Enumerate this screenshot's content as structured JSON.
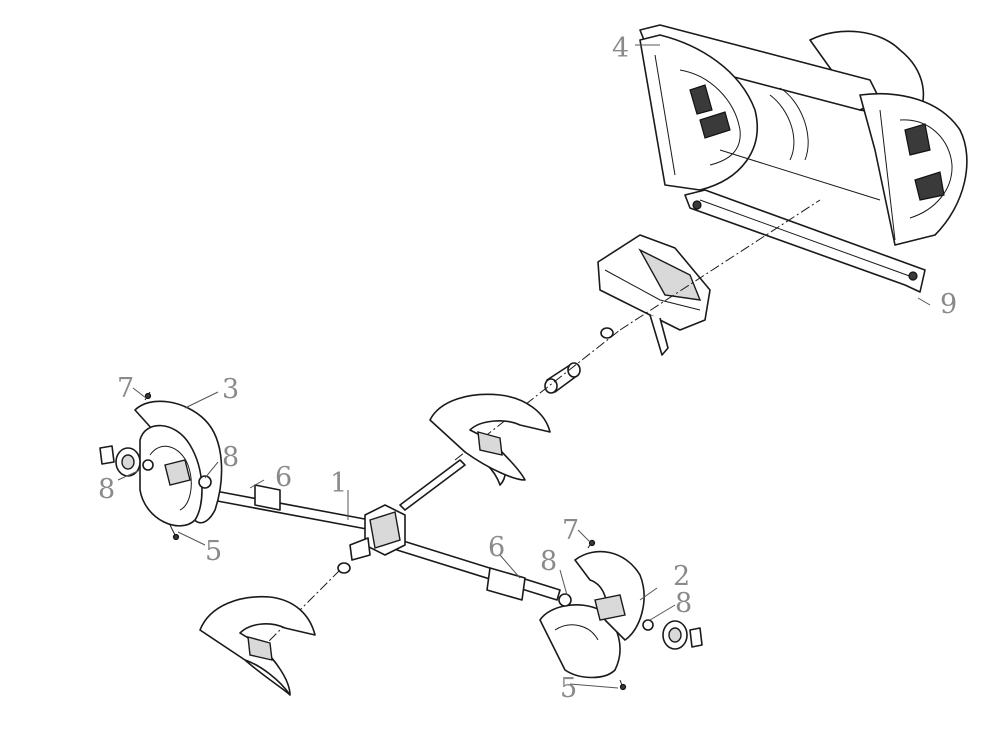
{
  "diagram": {
    "callouts": {
      "c1": "1",
      "c2": "2",
      "c3": "3",
      "c4": "4",
      "c5a": "5",
      "c5b": "5",
      "c6a": "6",
      "c6b": "6",
      "c7a": "7",
      "c7b": "7",
      "c8a": "8",
      "c8b": "8",
      "c8c": "8",
      "c8d": "8",
      "c9": "9"
    },
    "caption": ""
  }
}
